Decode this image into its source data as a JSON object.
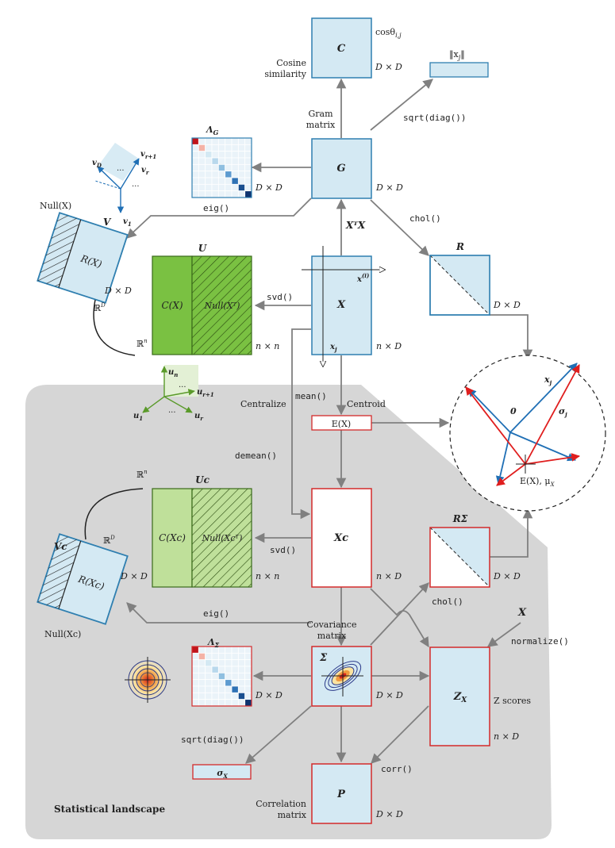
{
  "title": "Statistical landscape",
  "nodes": {
    "C": "C",
    "cos": "cosθ",
    "cos_sub": "i,j",
    "cosine_label_1": "Cosine",
    "cosine_label_2": "similarity",
    "norm": "‖x",
    "norm_sub": "j",
    "norm_close": "‖",
    "gram_1": "Gram",
    "gram_2": "matrix",
    "G": "G",
    "lambdaG": "Λ",
    "lambdaG_sub": "G",
    "V": "V",
    "nullX": "Null(X)",
    "RX": "R(X)",
    "U": "U",
    "CX": "C(X)",
    "nullXT": "Null(Xᵀ)",
    "X": "X",
    "xi": "x",
    "xi_sup": "(i)",
    "xj": "x",
    "xj_sub": "j",
    "R": "R",
    "mean_label": "Centroid",
    "centralize": "Centralize",
    "EX": "E(X)",
    "Uc": "Uc",
    "Vc": "Vc",
    "CXc": "C(Xc)",
    "nullXcT": "Null(Xcᵀ)",
    "RXc": "R(Xc)",
    "nullXc": "Null(Xc)",
    "Xc": "Xc",
    "RSigma": "RΣ",
    "Xin": "X",
    "cov_1": "Covariance",
    "cov_2": "matrix",
    "Sigma": "Σ",
    "lambdaS": "Λ",
    "lambdaS_sub": "Σ",
    "ZX": "Z",
    "ZX_sub": "X",
    "zscores": "Z scores",
    "sigmaX": "σ",
    "sigmaX_sub": "X",
    "P": "P",
    "corr_1": "Correlation",
    "corr_2": "matrix",
    "zero": "0",
    "sigma_j": "σ",
    "sigma_j_sub": "j",
    "EXmu": "E(X), μ",
    "EXmu_sub": "X",
    "xj_circle": "x",
    "xj_circle_sub": "j",
    "RD": "ℝ",
    "RD_sup": "D",
    "Rn": "ℝ",
    "Rn_sup": "n",
    "XTX": "XᵀX"
  },
  "dims": {
    "DxD": "D × D",
    "nxD": "n × D",
    "nxn": "n × n"
  },
  "ops": {
    "sqrt_diag": "sqrt(diag())",
    "eig": "eig()",
    "chol": "chol()",
    "svd": "svd()",
    "mean": "mean()",
    "demean": "demean()",
    "normalize": "normalize()",
    "corr": "corr()"
  },
  "vectors": {
    "vD": "v",
    "vD_sub": "D",
    "vr1": "v",
    "vr1_sub": "r+1",
    "vr": "v",
    "vr_sub": "r",
    "v1": "v",
    "v1_sub": "1",
    "un": "u",
    "un_sub": "n",
    "ur1": "u",
    "ur1_sub": "r+1",
    "u1": "u",
    "u1_sub": "1",
    "ur": "u",
    "ur_sub": "r",
    "dots": "..."
  },
  "colors": {
    "matrix_fill": "#d4e9f3",
    "matrix_stroke": "#2f7fb0",
    "centered_stroke": "#d42a2a",
    "green_dark": "#7ac142",
    "green_light": "#bfe09a",
    "landscape_bg": "#d6d6d6",
    "arrow": "#808080",
    "red_vec": "#e01e1e",
    "blue_vec": "#1f6fb5"
  }
}
